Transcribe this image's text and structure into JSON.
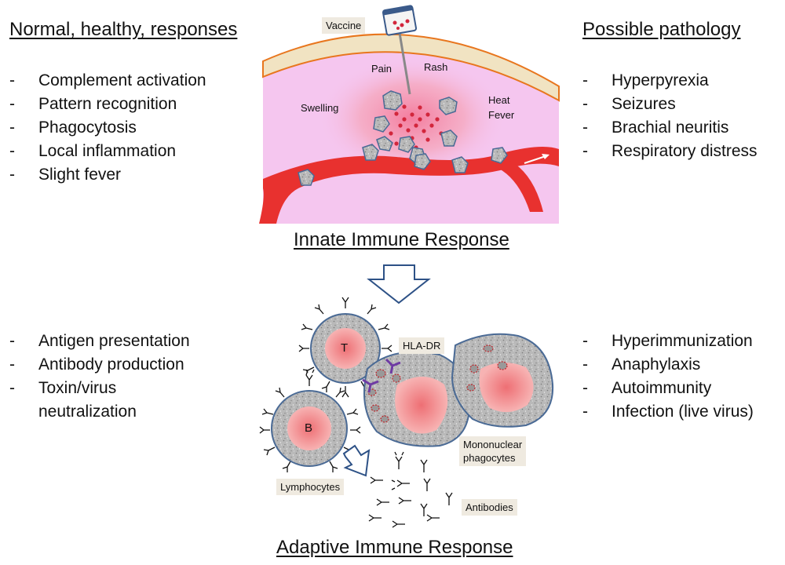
{
  "normal": {
    "heading": "Normal, healthy, responses",
    "innate_items": [
      "Complement  activation",
      "Pattern recognition",
      "Phagocytosis",
      "Local inflammation",
      "Slight fever"
    ],
    "adaptive_items": [
      "Antigen presentation",
      "Antibody production",
      "Toxin/virus",
      "neutralization"
    ]
  },
  "pathology": {
    "heading": "Possible pathology",
    "innate_items": [
      "Hyperpyrexia",
      "Seizures",
      "Brachial neuritis",
      "Respiratory distress"
    ],
    "adaptive_items": [
      "Hyperimmunization",
      "Anaphylaxis",
      "Autoimmunity",
      "Infection  (live virus)"
    ]
  },
  "innate": {
    "title": "Innate Immune Response",
    "labels": {
      "vaccine": "Vaccine",
      "pain": "Pain",
      "rash": "Rash",
      "swelling": "Swelling",
      "heat": "Heat",
      "fever": "Fever"
    }
  },
  "adaptive": {
    "title": "Adaptive Immune Response",
    "labels": {
      "t_cell": "T",
      "b_cell": "B",
      "hla": "HLA-DR",
      "mono1": "Mononuclear",
      "mono2": "phagocytes",
      "lymphocytes": "Lymphocytes",
      "antibodies": "Antibodies"
    }
  },
  "colors": {
    "skin": "#f1e3c2",
    "skin_edge": "#e8761e",
    "tissue": "#f5c6ef",
    "vessel": "#e8312f",
    "cell_edge": "#4a6a95",
    "nucleus": "#f0a2a2",
    "receptor": "#6e3ba3",
    "arrow": "#2d5186"
  }
}
